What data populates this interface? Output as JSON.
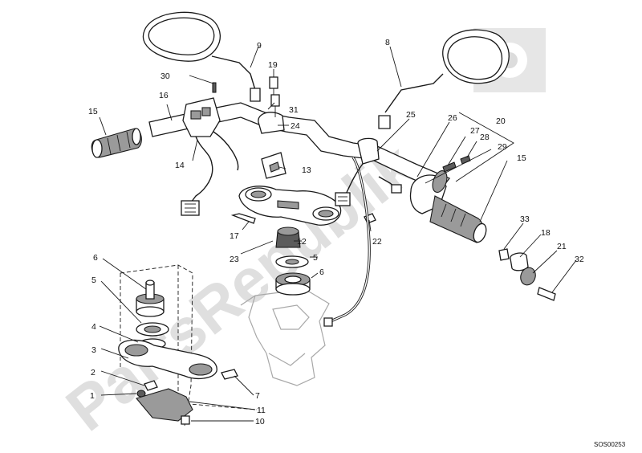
{
  "watermark": "PartsRepublik",
  "drawing_code": "SOS00253",
  "callouts": [
    {
      "id": "c1",
      "label": "1"
    },
    {
      "id": "c2",
      "label": "2"
    },
    {
      "id": "c3",
      "label": "3"
    },
    {
      "id": "c4",
      "label": "4"
    },
    {
      "id": "c5a",
      "label": "5"
    },
    {
      "id": "c5b",
      "label": "5"
    },
    {
      "id": "c6a",
      "label": "6"
    },
    {
      "id": "c6b",
      "label": "6"
    },
    {
      "id": "c7",
      "label": "7"
    },
    {
      "id": "c8",
      "label": "8"
    },
    {
      "id": "c9",
      "label": "9"
    },
    {
      "id": "c10",
      "label": "10"
    },
    {
      "id": "c11",
      "label": "11"
    },
    {
      "id": "c12",
      "label": "12"
    },
    {
      "id": "c13",
      "label": "13"
    },
    {
      "id": "c14",
      "label": "14"
    },
    {
      "id": "c15a",
      "label": "15"
    },
    {
      "id": "c15b",
      "label": "15"
    },
    {
      "id": "c16",
      "label": "16"
    },
    {
      "id": "c17",
      "label": "17"
    },
    {
      "id": "c18",
      "label": "18"
    },
    {
      "id": "c19",
      "label": "19"
    },
    {
      "id": "c20",
      "label": "20"
    },
    {
      "id": "c21",
      "label": "21"
    },
    {
      "id": "c22",
      "label": "22"
    },
    {
      "id": "c23",
      "label": "23"
    },
    {
      "id": "c24",
      "label": "24"
    },
    {
      "id": "c25",
      "label": "25"
    },
    {
      "id": "c26",
      "label": "26"
    },
    {
      "id": "c27",
      "label": "27"
    },
    {
      "id": "c28",
      "label": "28"
    },
    {
      "id": "c29",
      "label": "29"
    },
    {
      "id": "c30",
      "label": "30"
    },
    {
      "id": "c31",
      "label": "31"
    },
    {
      "id": "c32",
      "label": "32"
    },
    {
      "id": "c33",
      "label": "33"
    }
  ]
}
